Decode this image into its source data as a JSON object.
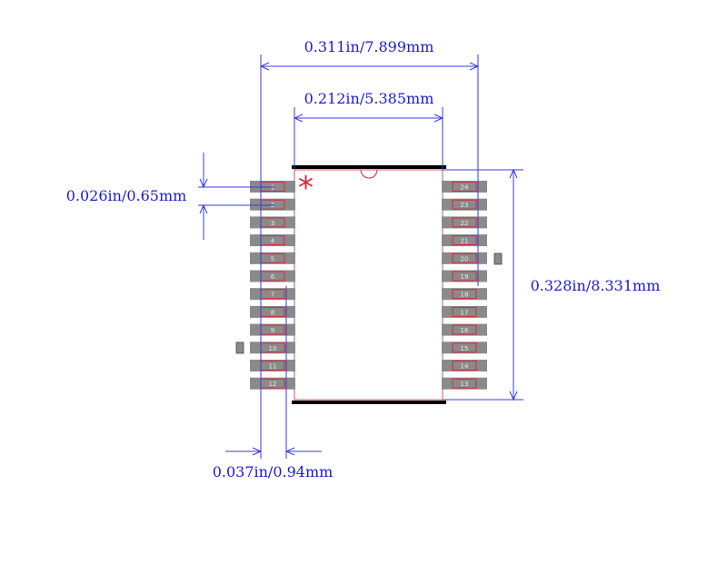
{
  "dimensions": {
    "overall_width": "0.311in/7.899mm",
    "body_width": "0.212in/5.385mm",
    "pitch": "0.026in/0.65mm",
    "body_length": "0.328in/8.331mm",
    "pad_length": "0.037in/0.94mm"
  },
  "pins": {
    "left": [
      "1",
      "2",
      "3",
      "4",
      "5",
      "6",
      "7",
      "8",
      "9",
      "10",
      "11",
      "12"
    ],
    "right": [
      "24",
      "23",
      "22",
      "21",
      "20",
      "19",
      "18",
      "17",
      "16",
      "15",
      "14",
      "13"
    ]
  },
  "markers": {
    "pin1_symbol": "*"
  },
  "colors": {
    "dimension": "#1a1ad6",
    "pad": "#8a8a8a",
    "pad_outline": "#d42a3a",
    "body_edge": "#000000",
    "pin1_marker": "#d42a3a"
  }
}
